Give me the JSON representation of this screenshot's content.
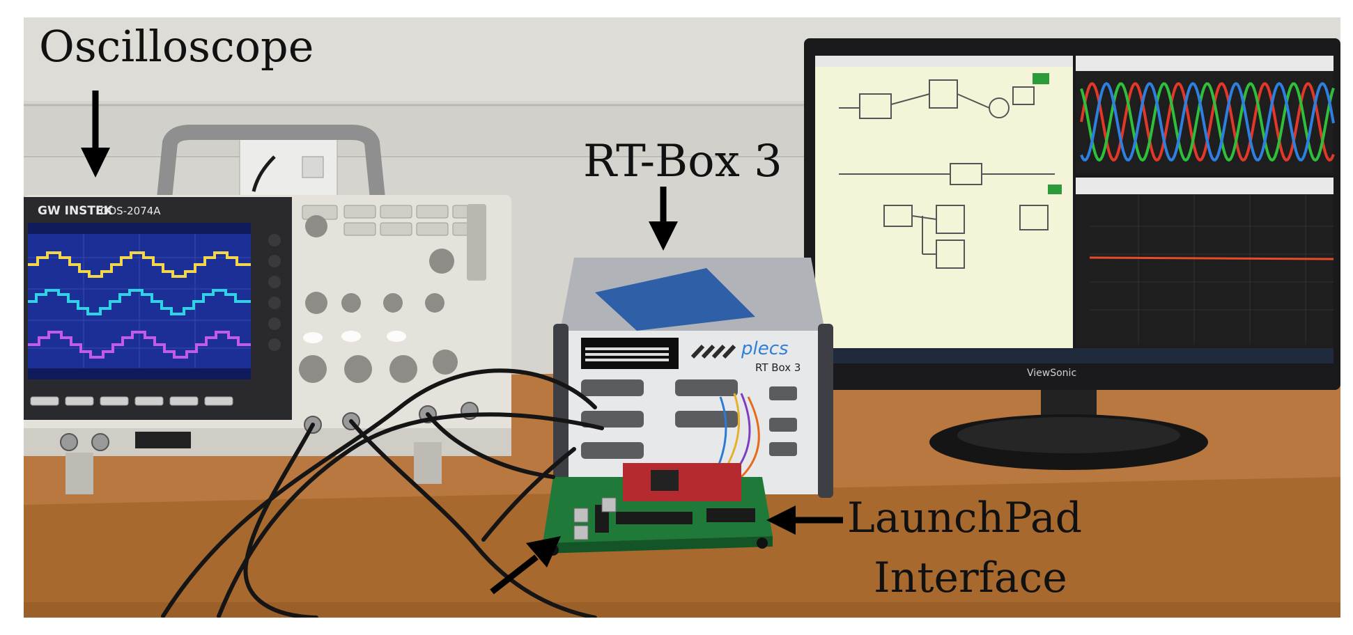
{
  "labels": {
    "oscilloscope": "Oscilloscope",
    "rtbox": "RT-Box 3",
    "launchpad_line1": "LaunchPad",
    "launchpad_line2": "Interface"
  },
  "device_text": {
    "scope_brand": "GW INSTEK",
    "scope_model": "GDS-2074A",
    "rtbox_brand": "plecs",
    "rtbox_model": "RT Box 3",
    "monitor_brand": "ViewSonic"
  },
  "colors": {
    "wall": "#d4d2cc",
    "desk": "#b5763f",
    "scope_body": "#e3e1da",
    "scope_screen": "#1a2a8a",
    "rtbox_body": "#6f7278",
    "pcb": "#1f7a3a",
    "trace_yellow": "#f2d64b",
    "trace_cyan": "#2fd3e6",
    "trace_purple": "#c45be8",
    "sine_red": "#e2382a",
    "sine_green": "#2fbf3a",
    "sine_blue": "#2f7fe0"
  }
}
